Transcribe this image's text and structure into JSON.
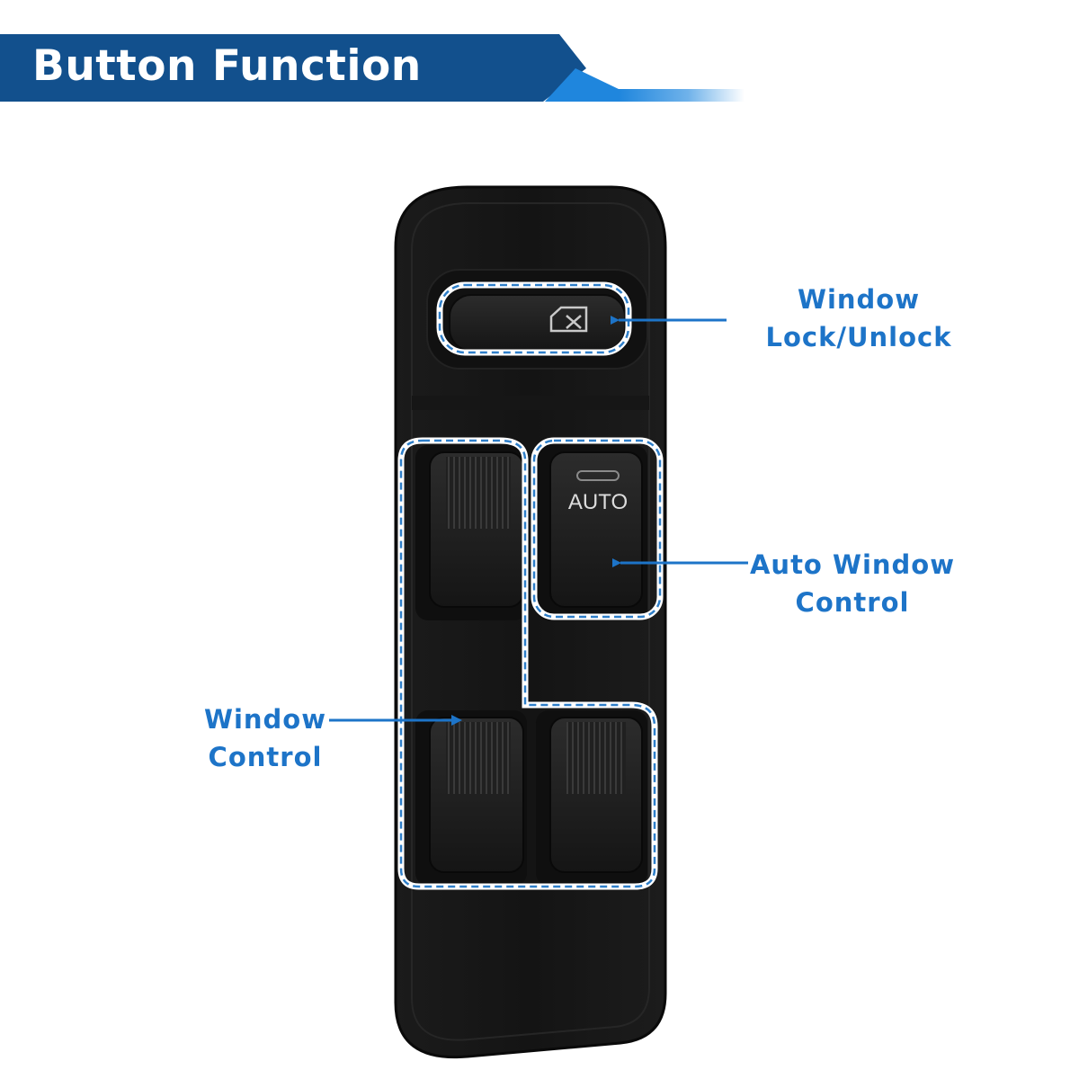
{
  "banner": {
    "title": "Button Function",
    "color_dark": "#12508d",
    "color_accent": "#1f86dd"
  },
  "switch_panel": {
    "auto_label": "AUTO",
    "lock_icon": "window-lock-icon"
  },
  "callouts": {
    "lock": {
      "line1": "Window",
      "line2": "Lock/Unlock"
    },
    "auto": {
      "line1": "Auto Window",
      "line2": "Control"
    },
    "window": {
      "line1": "Window",
      "line2": "Control"
    },
    "color": "#1d74c8"
  }
}
